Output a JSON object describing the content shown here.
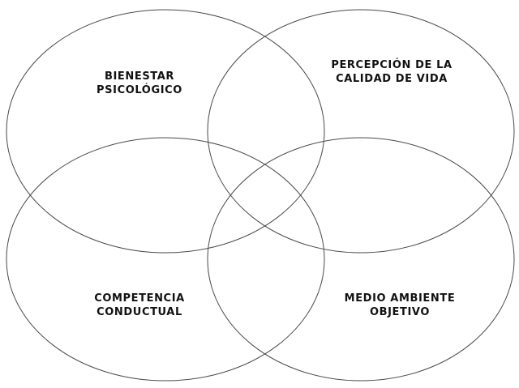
{
  "diagram": {
    "stroke_color": "#4a4a4a",
    "labels": {
      "bienestar": [
        "BIENESTAR",
        "PSICOLÓGICO"
      ],
      "percepcion": [
        "PERCEPCIÓN DE LA",
        "CALIDAD DE VIDA"
      ],
      "competencia": [
        "COMPETENCIA",
        "CONDUCTUAL"
      ],
      "medio": [
        "MEDIO AMBIENTE",
        "OBJETIVO"
      ]
    }
  }
}
